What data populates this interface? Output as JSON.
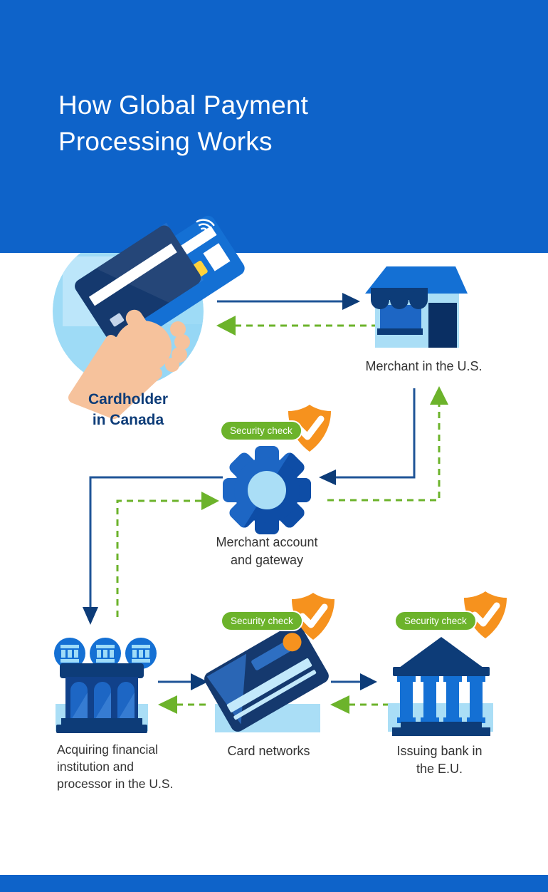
{
  "header": {
    "title_line1": "How Global Payment",
    "title_line2": "Processing Works"
  },
  "nodes": {
    "cardholder": {
      "label_line1": "Cardholder",
      "label_line2": "in Canada"
    },
    "merchant": {
      "label": "Merchant in the U.S."
    },
    "gateway": {
      "label_line1": "Merchant account",
      "label_line2": "and gateway",
      "badge": "Security check"
    },
    "acquirer": {
      "label_line1": "Acquiring financial",
      "label_line2": "institution and",
      "label_line3": "processor in the U.S."
    },
    "card_networks": {
      "label": "Card networks",
      "badge": "Security check"
    },
    "issuer": {
      "label_line1": "Issuing bank in",
      "label_line2": "the E.U.",
      "badge": "Security check"
    }
  },
  "colors": {
    "brand_blue": "#0e63c9",
    "bright_blue": "#1470d4",
    "medium_blue": "#1d66c4",
    "navy": "#0d3c78",
    "deep_navy": "#0a2f63",
    "card_navy": "#15396e",
    "line_navy": "#1f5497",
    "bank_body": "#11418a",
    "arch_hi": "#4286d8",
    "card_facet": "#2e6fc2",
    "light_blue": "#aadef6",
    "pale_blue": "#c3e9fb",
    "circle_blue": "#9edbf6",
    "sky_blue": "#9fdcf8",
    "green": "#6cb32b",
    "orange": "#f6921e",
    "yellow": "#ffd23c",
    "skin": "#f6c29c",
    "text_dark": "#333333"
  }
}
